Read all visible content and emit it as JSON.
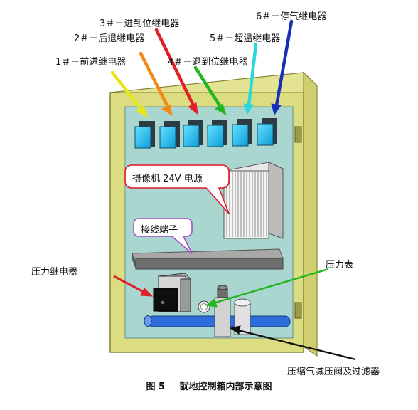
{
  "relays": [
    {
      "label": "1＃－前进继电器",
      "color": "#e6e619"
    },
    {
      "label": "2＃－后退继电器",
      "color": "#f08a12"
    },
    {
      "label": "3＃－进到位继电器",
      "color": "#e01f28"
    },
    {
      "label": "4＃－退到位继电器",
      "color": "#22b51f"
    },
    {
      "label": "5＃－超温继电器",
      "color": "#2ad9d9"
    },
    {
      "label": "6＃－停气继电器",
      "color": "#1a2fb8"
    }
  ],
  "bubbles": {
    "power": {
      "text": "摄像机 24V 电源",
      "border": "#e0162b"
    },
    "terminal": {
      "text": "接线端子",
      "border": "#a650c8"
    }
  },
  "labels": {
    "pressure_relay": "压力继电器",
    "gauge": "压力表",
    "valve": "压缩气减压阀及过滤器"
  },
  "caption": {
    "fig": "图 5",
    "title": "就地控制箱内部示意图"
  }
}
